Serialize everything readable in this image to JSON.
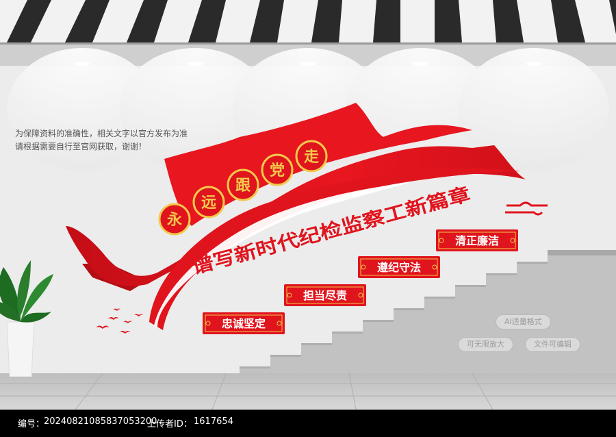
{
  "wall": {
    "note_text": "为保障资料的准确性，相关文字以官方发布为准\n请根据需要自行至官网获取，谢谢！",
    "flag_slogan_chars": [
      "永",
      "远",
      "跟",
      "党",
      "走"
    ],
    "main_title": "谱写新时代纪检监察工新篇章",
    "step_labels": [
      "忠诚坚定",
      "担当尽责",
      "遵纪守法",
      "清正廉洁"
    ],
    "tags": [
      "AI适量格式",
      "可无限放大",
      "文件可编辑"
    ]
  },
  "footer": {
    "id_label": "编号：",
    "id_value": "20240821085837053200",
    "uploader_label": "上传者ID：",
    "uploader_value": "1617654"
  },
  "colors": {
    "accent_red": "#e0141d",
    "dark_red": "#b50d15",
    "gold": "#f2c94c",
    "wall": "#ececec",
    "floor": "#c9c9c9"
  }
}
